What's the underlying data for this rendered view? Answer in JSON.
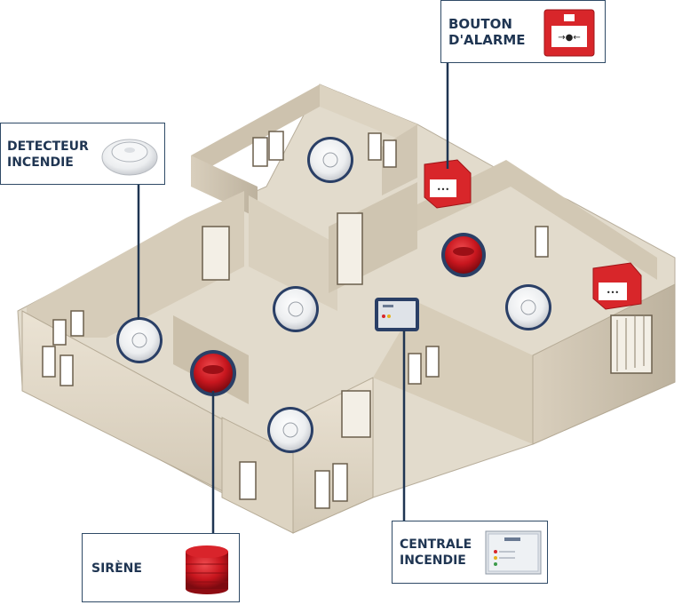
{
  "callouts": {
    "bouton": {
      "line1": "BOUTON",
      "line2": "D'ALARME"
    },
    "detecteur": {
      "line1": "DETECTEUR",
      "line2": "INCENDIE"
    },
    "sirene": {
      "line1": "SIRÈNE"
    },
    "centrale": {
      "line1": "CENTRALE",
      "line2": "INCENDIE"
    }
  },
  "colors": {
    "callout_border": "#2f4a66",
    "callout_text": "#1f3552",
    "wall_light": "#e6ddcc",
    "wall_mid": "#cfc5b3",
    "wall_dark": "#b3a893",
    "floor": "#ddd5c5",
    "alarm_red": "#d8262a",
    "siren_red": "#b5121b",
    "device_ring": "#27406b"
  },
  "icons": {
    "manual_call_point": "manual-call-point-icon",
    "smoke_detector": "smoke-detector-icon",
    "siren": "siren-icon",
    "control_panel": "fire-control-panel-icon"
  }
}
